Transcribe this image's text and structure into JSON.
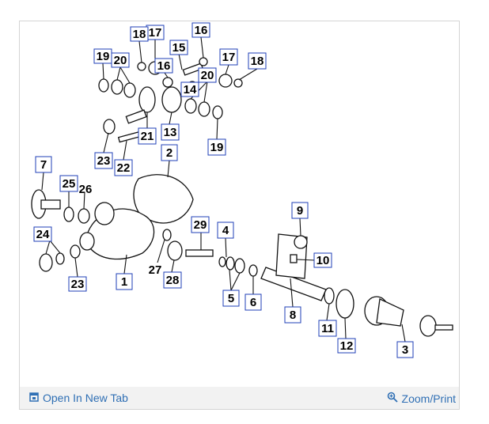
{
  "footer": {
    "open_tab_label": "Open In New Tab",
    "zoom_label": "Zoom/Print",
    "link_color": "#2f6fb4"
  },
  "icons": {
    "open_tab": "open-in-new-tab-icon",
    "zoom": "zoom-magnifier-icon"
  },
  "callouts": [
    {
      "id": "c1",
      "text": "1"
    },
    {
      "id": "c2",
      "text": "2"
    },
    {
      "id": "c3",
      "text": "3"
    },
    {
      "id": "c4",
      "text": "4"
    },
    {
      "id": "c5",
      "text": "5"
    },
    {
      "id": "c6",
      "text": "6"
    },
    {
      "id": "c7",
      "text": "7"
    },
    {
      "id": "c8",
      "text": "8"
    },
    {
      "id": "c9",
      "text": "9"
    },
    {
      "id": "c10",
      "text": "10"
    },
    {
      "id": "c11",
      "text": "11"
    },
    {
      "id": "c12",
      "text": "12"
    },
    {
      "id": "c13",
      "text": "13"
    },
    {
      "id": "c14",
      "text": "14"
    },
    {
      "id": "c15",
      "text": "15"
    },
    {
      "id": "c16",
      "text": "16"
    },
    {
      "id": "c16b",
      "text": "16"
    },
    {
      "id": "c17",
      "text": "17"
    },
    {
      "id": "c17b",
      "text": "17"
    },
    {
      "id": "c18",
      "text": "18"
    },
    {
      "id": "c18b",
      "text": "18"
    },
    {
      "id": "c19",
      "text": "19"
    },
    {
      "id": "c19b",
      "text": "19"
    },
    {
      "id": "c20",
      "text": "20"
    },
    {
      "id": "c20b",
      "text": "20"
    },
    {
      "id": "c21",
      "text": "21"
    },
    {
      "id": "c22",
      "text": "22"
    },
    {
      "id": "c23",
      "text": "23"
    },
    {
      "id": "c23b",
      "text": "23"
    },
    {
      "id": "c24",
      "text": "24"
    },
    {
      "id": "c25",
      "text": "25"
    },
    {
      "id": "c26",
      "text": "26"
    },
    {
      "id": "c27",
      "text": "27"
    },
    {
      "id": "c28",
      "text": "28"
    },
    {
      "id": "c29",
      "text": "29"
    }
  ],
  "colors": {
    "callout_border": "#1f3fb7",
    "footer_bg": "#f2f2f2"
  }
}
